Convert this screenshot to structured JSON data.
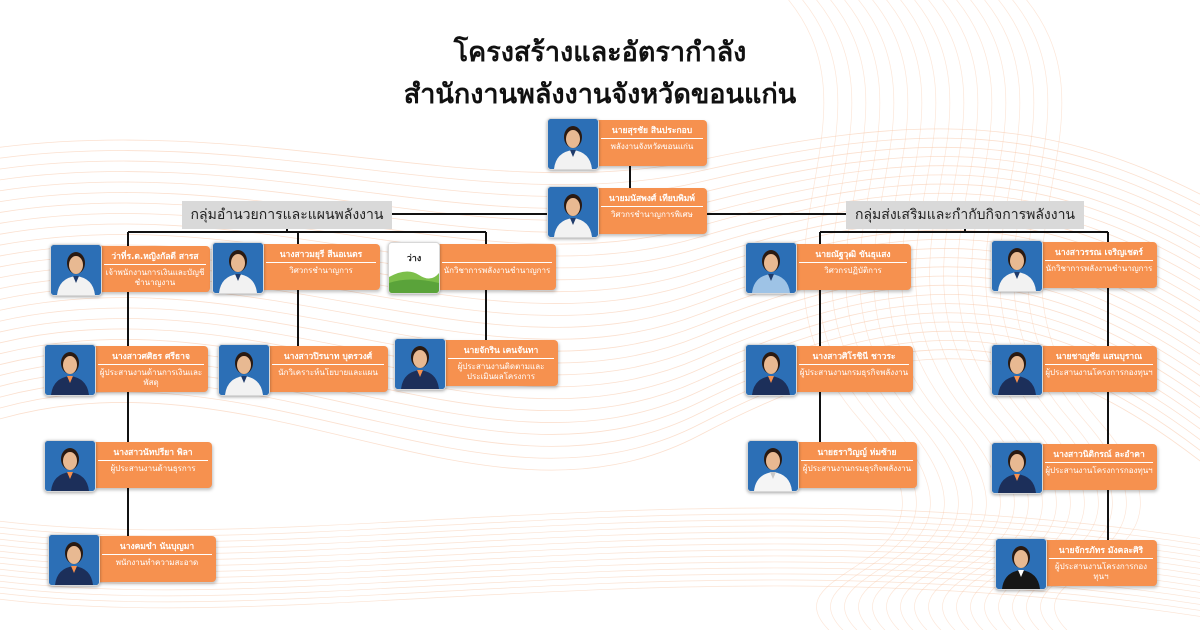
{
  "title": {
    "line1": "โครงสร้างและอัตรากำลัง",
    "line2": "สำนักงานพลังงานจังหวัดขอนแก่น"
  },
  "groups": {
    "left": "กลุ่มอำนวยการและแผนพลังงาน",
    "right": "กลุ่มส่งเสริมและกำกับกิจการพลังงาน"
  },
  "people": [
    {
      "id": "director",
      "name": "นายสุรชัย สินประกอบ",
      "position": "พลังงานจังหวัดขอนแก่น",
      "photo": "uniform-white"
    },
    {
      "id": "deputy",
      "name": "นายมนัสพงศ์ เทียบพิมพ์",
      "position": "วิศวกรชำนาญการพิเศษ",
      "photo": "uniform-white"
    },
    {
      "id": "l1",
      "name": "ว่าที่ร.ต.หญิงกัลดี สารส",
      "position": "เจ้าพนักงานการเงินและบัญชีชำนาญงาน",
      "photo": "uniform-white"
    },
    {
      "id": "l2",
      "name": "นางสาวมยุรี สีนอเนตร",
      "position": "วิศวกรชำนาญการ",
      "photo": "uniform-white"
    },
    {
      "id": "l3",
      "name": "",
      "position": "นักวิชาการพลังงานชำนาญการ",
      "photo": "vacant",
      "vacant_label": "ว่าง"
    },
    {
      "id": "l4",
      "name": "นางสาวศศิธร ศรีธาจ",
      "position": "ผู้ประสานงานด้านการเงินและพัสดุ",
      "photo": "navy-shirt"
    },
    {
      "id": "l5",
      "name": "นางสาวปิรนาท บุตรวงศ์",
      "position": "นักวิเคราะห์นโยบายและแผน",
      "photo": "uniform-white"
    },
    {
      "id": "l6",
      "name": "นายจักริน เคนจันทา",
      "position": "ผู้ประสานงานติดตามและประเมินผลโครงการ",
      "photo": "navy-shirt"
    },
    {
      "id": "l7",
      "name": "นางสาวนัทปรียา พิลา",
      "position": "ผู้ประสานงานด้านธุรการ",
      "photo": "navy-shirt"
    },
    {
      "id": "l8",
      "name": "นางคมขำ นันบุญมา",
      "position": "พนักงานทำความสะอาด",
      "photo": "navy-shirt"
    },
    {
      "id": "r1",
      "name": "นายณัฐวุฒิ ขันธุแสง",
      "position": "วิศวกรปฏิบัติการ",
      "photo": "uniform-blue"
    },
    {
      "id": "r2",
      "name": "นางสาวรรณ เจริญเชตร์",
      "position": "นักวิชาการพลังงานชำนาญการ",
      "photo": "uniform-white"
    },
    {
      "id": "r3",
      "name": "นางสาวศิโรชินี ชาวระ",
      "position": "ผู้ประสานงานกรมธุรกิจพลังงาน",
      "photo": "navy-shirt"
    },
    {
      "id": "r4",
      "name": "นายชาญชัย แสนบุราณ",
      "position": "ผู้ประสานงานโครงการกองทุนฯ",
      "photo": "navy-shirt"
    },
    {
      "id": "r5",
      "name": "นายธราวิญญ์ ห่มซ้าย",
      "position": "ผู้ประสานงานกรมธุรกิจพลังงาน",
      "photo": "white-shirt"
    },
    {
      "id": "r6",
      "name": "นางสาวนิติกรณ์ ละอำคา",
      "position": "ผู้ประสานงานโครงการกองทุนฯ",
      "photo": "navy-shirt"
    },
    {
      "id": "r7",
      "name": "นายจักรภัทร มังคละศิริ",
      "position": "ผู้ประสานงานโครงการกองทุนฯ",
      "photo": "suit-black"
    }
  ],
  "colors": {
    "card": "#f6914f",
    "group_box": "#d9d9d9",
    "line": "#111111",
    "photo_bg": "#2c6fb6",
    "wave": "#f8c7a8"
  }
}
